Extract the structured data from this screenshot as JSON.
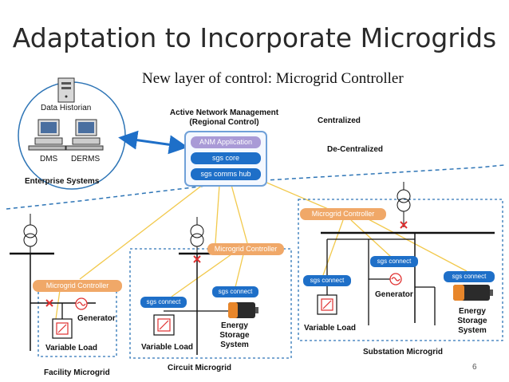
{
  "title": "Adaptation to Incorporate Microgrids",
  "subtitle": "New layer of control: Microgrid Controller",
  "enterprise": {
    "data_historian": "Data Historian",
    "dms": "DMS",
    "derms": "DERMS",
    "label": "Enterprise Systems"
  },
  "anm": {
    "heading_line1": "Active Network Management",
    "heading_line2": "(Regional Control)",
    "app": "ANM Application",
    "core": "sgs core",
    "hub": "sgs comms hub"
  },
  "centralized": "Centralized",
  "decentralized": "De-Centralized",
  "microgrid_controller": "Microgrid Controller",
  "sgs_connect": "sgs connect",
  "facility": {
    "generator": "Generator",
    "variable_load": "Variable Load",
    "label": "Facility Microgrid"
  },
  "circuit": {
    "variable_load": "Variable Load",
    "energy_storage": [
      "Energy",
      "Storage",
      "System"
    ],
    "label": "Circuit Microgrid"
  },
  "substation": {
    "generator": "Generator",
    "variable_load": "Variable Load",
    "energy_storage": [
      "Energy",
      "Storage",
      "System"
    ],
    "label": "Substation Microgrid"
  },
  "page_number": "6",
  "colors": {
    "orange": "#f0a868",
    "blue": "#1e6fc8",
    "purple": "#a99ad6",
    "yellow_line": "#f2c94c",
    "red": "#e03030",
    "dash_blue": "#2e75b6"
  }
}
